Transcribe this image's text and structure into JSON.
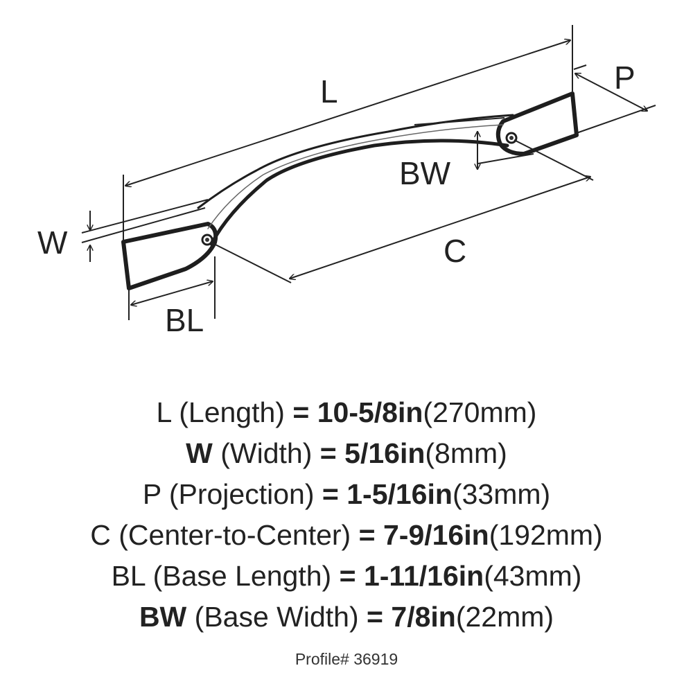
{
  "labels": {
    "L": "L",
    "W": "W",
    "P": "P",
    "BW": "BW",
    "C": "C",
    "BL": "BL"
  },
  "specs": [
    {
      "code": "L",
      "name": "(Length)",
      "eq": "=",
      "imperial": "10-5/8in",
      "metric": "(270mm)"
    },
    {
      "code": "W",
      "name": "(Width)",
      "eq": "=",
      "imperial": "5/16in",
      "metric": "(8mm)"
    },
    {
      "code": "P",
      "name": "(Projection)",
      "eq": "=",
      "imperial": "1-5/16in",
      "metric": "(33mm)"
    },
    {
      "code": "C",
      "name": "(Center-to-Center)",
      "eq": "=",
      "imperial": "7-9/16in",
      "metric": "(192mm)"
    },
    {
      "code": "BL",
      "name": "(Base Length)",
      "eq": "=",
      "imperial": "1-11/16in",
      "metric": "(43mm)"
    },
    {
      "code": "BW",
      "name": "(Base Width)",
      "eq": "=",
      "imperial": "7/8in",
      "metric": "(22mm)"
    }
  ],
  "profile": "Profile# 36919"
}
